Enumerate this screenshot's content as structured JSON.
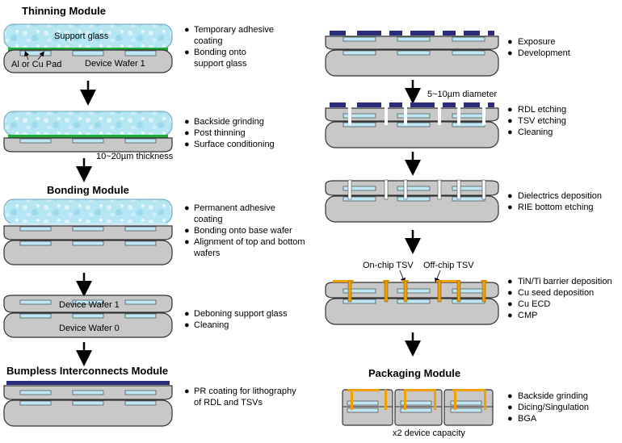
{
  "modules": {
    "thinning": "Thinning Module",
    "bonding": "Bonding Module",
    "bumpless": "Bumpless Interconnects Module",
    "packaging": "Packaging Module"
  },
  "labels": {
    "support_glass": "Support glass",
    "pad": "Al or Cu Pad",
    "device_wafer_1": "Device Wafer 1",
    "device_wafer_0": "Device Wafer 0",
    "thickness": "10~20µm thickness",
    "diameter": "5~10µm diameter",
    "on_chip_tsv": "On-chip TSV",
    "off_chip_tsv": "Off-chip TSV",
    "capacity": "x2 device capacity"
  },
  "steps_left": {
    "s1": [
      "Temporary adhesive",
      "coating",
      "Bonding onto",
      "support glass"
    ],
    "s2": [
      "Backside grinding",
      "Post thinning",
      "Surface conditioning"
    ],
    "s3": [
      "Permanent adhesive",
      "coating",
      "Bonding onto base wafer",
      "Alignment of top and bottom",
      "wafers"
    ],
    "s4": [
      "Deboning support glass",
      "Cleaning"
    ],
    "s5": [
      "PR coating  for lithography",
      "of RDL and TSVs"
    ]
  },
  "steps_right": {
    "r1": [
      "Exposure",
      "Development"
    ],
    "r2": [
      "RDL etching",
      "TSV etching",
      "Cleaning"
    ],
    "r3": [
      "Dielectrics deposition",
      "RIE bottom etching"
    ],
    "r4": [
      "TiN/Ti barrier deposition",
      "Cu seed deposition",
      "Cu ECD",
      "CMP"
    ],
    "r5": [
      "Backside grinding",
      "Dicing/Singulation",
      "BGA"
    ]
  },
  "colors": {
    "glass": "#aee3f2",
    "glass_edge": "#5a8fa6",
    "wafer": "#c8c8c8",
    "pad": "#bfe6f3",
    "adhesive": "#1faa3a",
    "resist": "#2b2d7a",
    "copper": "#f0a000"
  }
}
